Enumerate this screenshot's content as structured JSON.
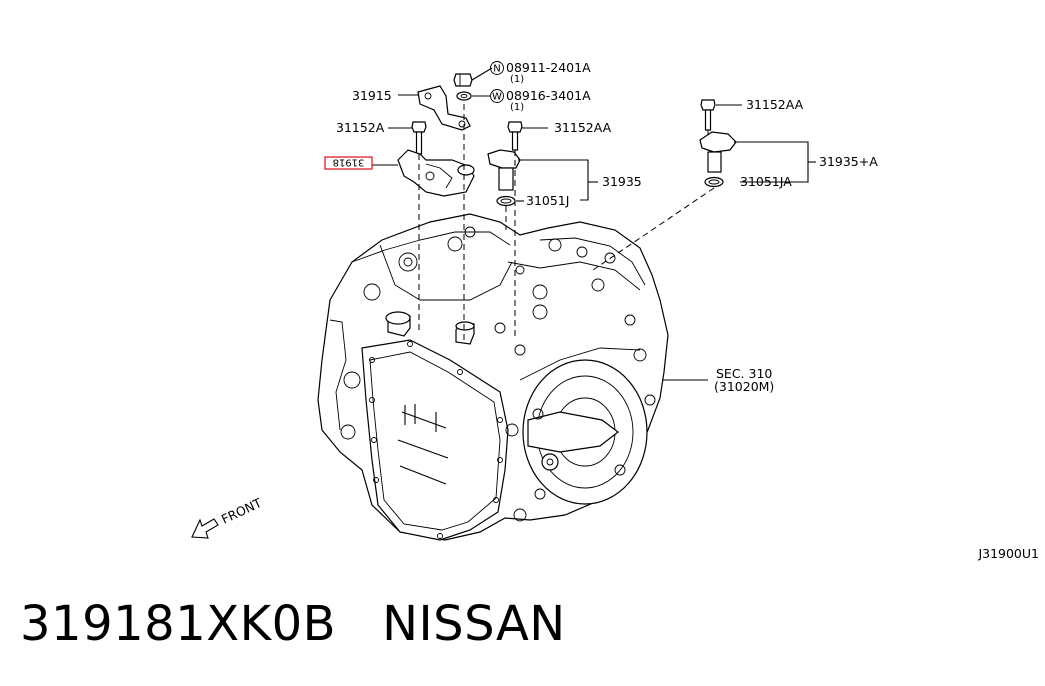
{
  "diagram": {
    "labels": {
      "nut_part": "08911-2401A",
      "nut_prefix": "N",
      "nut_qty": "(1)",
      "washer_part": "08916-3401A",
      "washer_prefix": "W",
      "washer_qty": "(1)",
      "bracket": "31915",
      "bolt_left": "31152A",
      "bolt_mid": "31152AA",
      "bolt_right": "31152AA",
      "highlighted_part": "31918",
      "sensor_mid": "31935",
      "oring_mid": "31051J",
      "sensor_right": "31935+A",
      "oring_right": "31051JA",
      "section_ref": "SEC. 310",
      "section_sub": "(31020M)",
      "front": "FRONT",
      "diagram_code": "J31900U1"
    },
    "highlight_color": "#e0202a"
  },
  "caption": {
    "part_number": "319181XK0B",
    "brand": "NISSAN"
  }
}
